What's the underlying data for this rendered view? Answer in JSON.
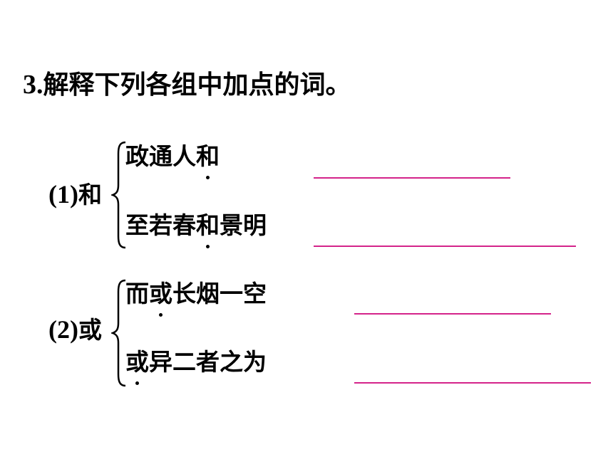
{
  "question": {
    "number": "3.",
    "title": "解释下列各组中加点的词。"
  },
  "groups": [
    {
      "label": "(1)",
      "word": "和",
      "items": [
        {
          "before": "政通人",
          "dot": "和",
          "after": ""
        },
        {
          "before": "至若春",
          "dot": "和",
          "after": "景明"
        }
      ]
    },
    {
      "label": "(2)",
      "word": "或",
      "items": [
        {
          "before": "而",
          "dot": "或",
          "after": "长烟一空"
        },
        {
          "before": "",
          "dot": "或",
          "after": "异二者之为"
        }
      ]
    }
  ],
  "colors": {
    "answer_line": "#d4238a",
    "text": "#000000"
  }
}
